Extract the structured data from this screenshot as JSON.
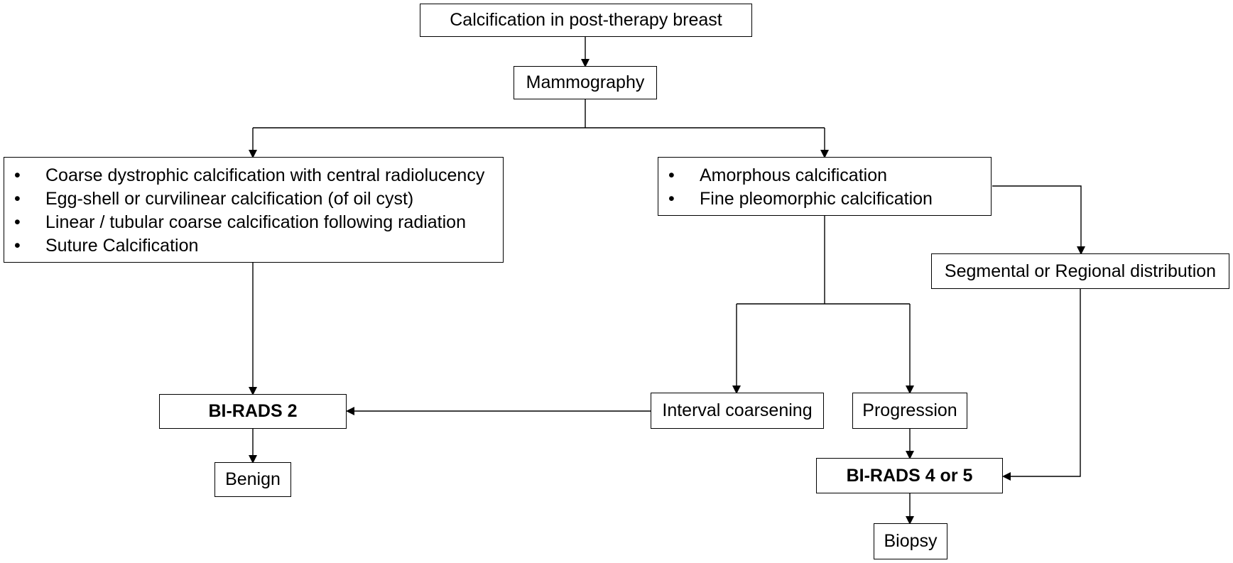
{
  "title": "Calcification in post-therapy breast",
  "mammography": "Mammography",
  "benign_features": [
    "Coarse dystrophic calcification with central radiolucency",
    "Egg-shell or curvilinear calcification (of oil cyst)",
    "Linear / tubular coarse calcification following radiation",
    "Suture Calcification"
  ],
  "suspicious_features": [
    "Amorphous calcification",
    "Fine pleomorphic calcification"
  ],
  "bullet": "•",
  "distribution": "Segmental or Regional distribution",
  "birads2": "BI-RADS 2",
  "interval_coarsening": "Interval coarsening",
  "progression": "Progression",
  "benign": "Benign",
  "birads45": "BI-RADS 4 or 5",
  "biopsy": "Biopsy"
}
